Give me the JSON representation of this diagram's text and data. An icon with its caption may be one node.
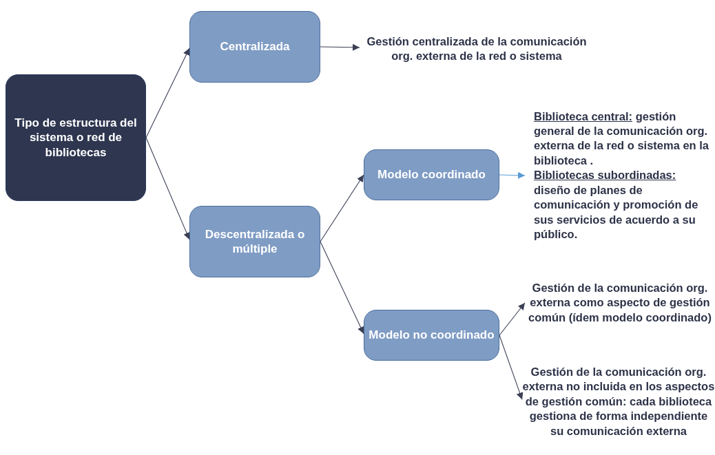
{
  "diagram": {
    "nodes": [
      {
        "text": [
          "Tipo de estructura del sistema o red de bibliotecas"
        ]
      },
      {
        "text": [
          "Centralizada"
        ]
      },
      {
        "text": [
          "Descentralizada o múltiple"
        ]
      },
      {
        "text": [
          "Gestión centralizada de la comunicación org. externa de la red o sistema"
        ]
      },
      {
        "text": [
          "Modelo coordinado"
        ]
      },
      {
        "text": [
          "**Biblioteca central:** gestión general de la comunicación org. externa de la red o sistema en la biblioteca .",
          "**Bibliotecas subordinadas:** diseño de planes de comunicación y promoción de sus servicios de acuerdo a su público."
        ]
      },
      {
        "text": [
          "Modelo no coordinado"
        ]
      },
      {
        "text": [
          "Gestión de la comunicación org. externa como aspecto de gestión común (ídem modelo coordinado)"
        ]
      },
      {
        "text": [
          "Gestión de la comunicación org. externa no incluida en los aspectos de gestión común: cada biblioteca gestiona de forma independiente su comunicación externa"
        ]
      }
    ],
    "edges": [
      {
        "from": 0,
        "to": 1,
        "arrow": "to"
      },
      {
        "from": 0,
        "to": 2,
        "arrow": "to"
      },
      {
        "from": 1,
        "to": 3,
        "arrow": "to"
      },
      {
        "from": 2,
        "to": 4,
        "arrow": "to"
      },
      {
        "from": 2,
        "to": 6,
        "arrow": "to"
      },
      {
        "from": 4,
        "to": 5,
        "arrow": "to",
        "color": "#5b9bd5"
      },
      {
        "from": 6,
        "to": 7,
        "arrow": "to"
      },
      {
        "from": 6,
        "to": 8,
        "arrow": "to"
      }
    ]
  }
}
